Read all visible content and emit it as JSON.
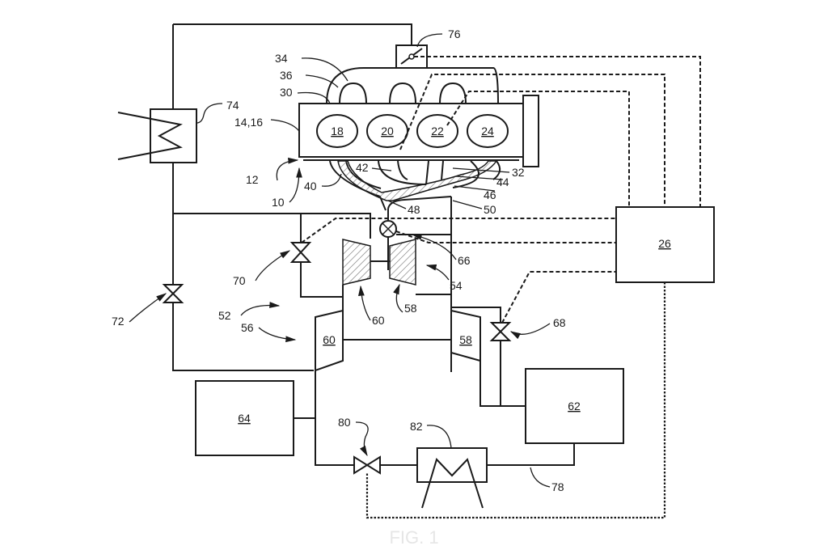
{
  "figure": {
    "type": "patent-schematic",
    "subject": "engine system with turbocharger, heat exchangers and controller",
    "caption": "FIG. 1"
  },
  "components": {
    "engine": {
      "ref": "14,16"
    },
    "cylinders": [
      "18",
      "20",
      "22",
      "24"
    ],
    "controller": "26",
    "cylinder_head_side_block": "32",
    "intake_manifold": "34",
    "intake_plenum": "36",
    "intake_runner": "30",
    "exhaust_manifold_outer": "40",
    "exhaust_runner_a": "42",
    "exhaust_runner_b": "44",
    "exhaust_passage": "46",
    "exhaust_outlet_a": "48",
    "exhaust_outlet_b": "50",
    "compressor_assembly": "52",
    "turbine_assembly": "54",
    "turbo_unit": "56",
    "turbine_wheel": "58",
    "compressor_wheel": "60",
    "turbine_box": "58",
    "compressor_box": "60",
    "aftertreatment": "62",
    "air_source": "64",
    "wastegate_valve": "66",
    "turbine_bypass_valve": "68",
    "compressor_bypass_valve": "70",
    "intake_valve": "72",
    "charge_air_cooler": "74",
    "throttle": "76",
    "egr_line": "78",
    "egr_valve": "80",
    "egr_cooler": "82",
    "system_ref": "10",
    "engine_ref": "12"
  },
  "labels": {
    "l10": "10",
    "l12": "12",
    "l14": "14,16",
    "l30": "30",
    "l32": "32",
    "l34": "34",
    "l36": "36",
    "l40": "40",
    "l42": "42",
    "l44": "44",
    "l46": "46",
    "l48": "48",
    "l50": "50",
    "l52": "52",
    "l54": "54",
    "l56": "56",
    "l58a": "58",
    "l58b": "58",
    "l60a": "60",
    "l60b": "60",
    "l62": "62",
    "l64": "64",
    "l66": "66",
    "l68": "68",
    "l70": "70",
    "l72": "72",
    "l74": "74",
    "l76": "76",
    "l78": "78",
    "l80": "80",
    "l82": "82",
    "l18": "18",
    "l20": "20",
    "l22": "22",
    "l24": "24",
    "l26": "26"
  }
}
